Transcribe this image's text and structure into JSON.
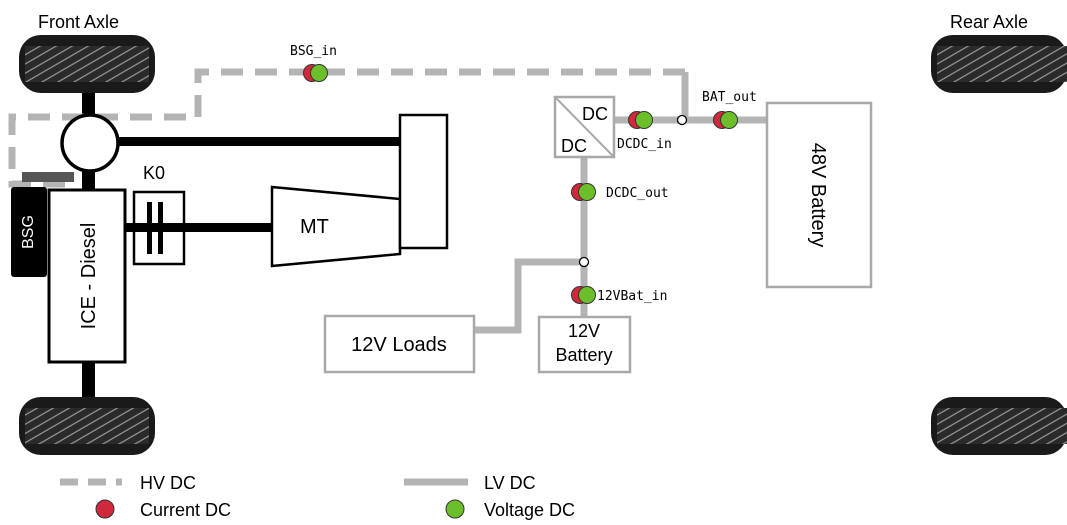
{
  "axles": {
    "front": "Front Axle",
    "rear": "Rear Axle"
  },
  "components": {
    "bsg": "BSG",
    "ice": "ICE - Diesel",
    "clutch": "K0",
    "mt": "MT",
    "dcdc_top": "DC",
    "dcdc_bottom": "DC",
    "battery_48v": "48V Battery",
    "battery_12v_line1": "12V",
    "battery_12v_line2": "Battery",
    "loads_12v": "12V Loads"
  },
  "sensors": {
    "bsg_in": "BSG_in",
    "dcdc_in": "DCDC_in",
    "bat_out": "BAT_out",
    "dcdc_out": "DCDC_out",
    "vbat12_in": "12VBat_in"
  },
  "legend": {
    "hv_dc": "HV DC",
    "lv_dc": "LV DC",
    "current_dc": "Current DC",
    "voltage_dc": "Voltage DC"
  },
  "colors": {
    "current": "#d2283c",
    "voltage": "#6cbf2b",
    "line": "#b4b4b4",
    "box_border": "#a8a8a8"
  }
}
